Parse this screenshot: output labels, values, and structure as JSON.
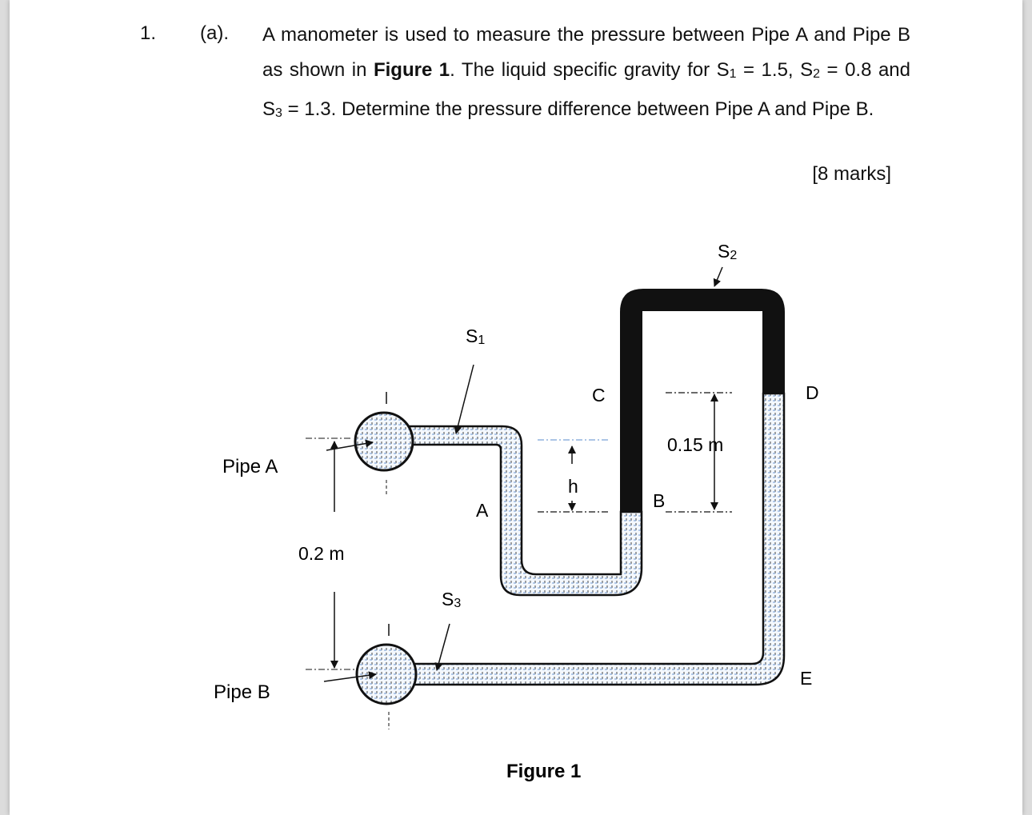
{
  "question": {
    "number": "1.",
    "part": "(a).",
    "text_1": "A manometer is used to measure the pressure between Pipe A and Pipe B as shown in ",
    "figure_ref": "Figure 1",
    "text_2": ". The liquid specific gravity for S",
    "s1_sub": "1",
    "text_3": " = 1.5, S",
    "s2_sub": "2",
    "text_4": " = 0.8 and S",
    "s3_sub": "3",
    "text_5": " = 1.3. Determine the pressure difference between Pipe A and Pipe B.",
    "marks": "[8 marks]"
  },
  "figure": {
    "caption": "Figure 1",
    "pipe_a_label": "Pipe A",
    "pipe_b_label": "Pipe B",
    "s1_label": "S",
    "s1_sub": "1",
    "s2_label": "S",
    "s2_sub": "2",
    "s3_label": "S",
    "s3_sub": "3",
    "point_a": "A",
    "point_b": "B",
    "point_c": "C",
    "point_d": "D",
    "point_e": "E",
    "h_label": "h",
    "dim_vertical": "0.2 m",
    "dim_015": "0.15 m"
  }
}
